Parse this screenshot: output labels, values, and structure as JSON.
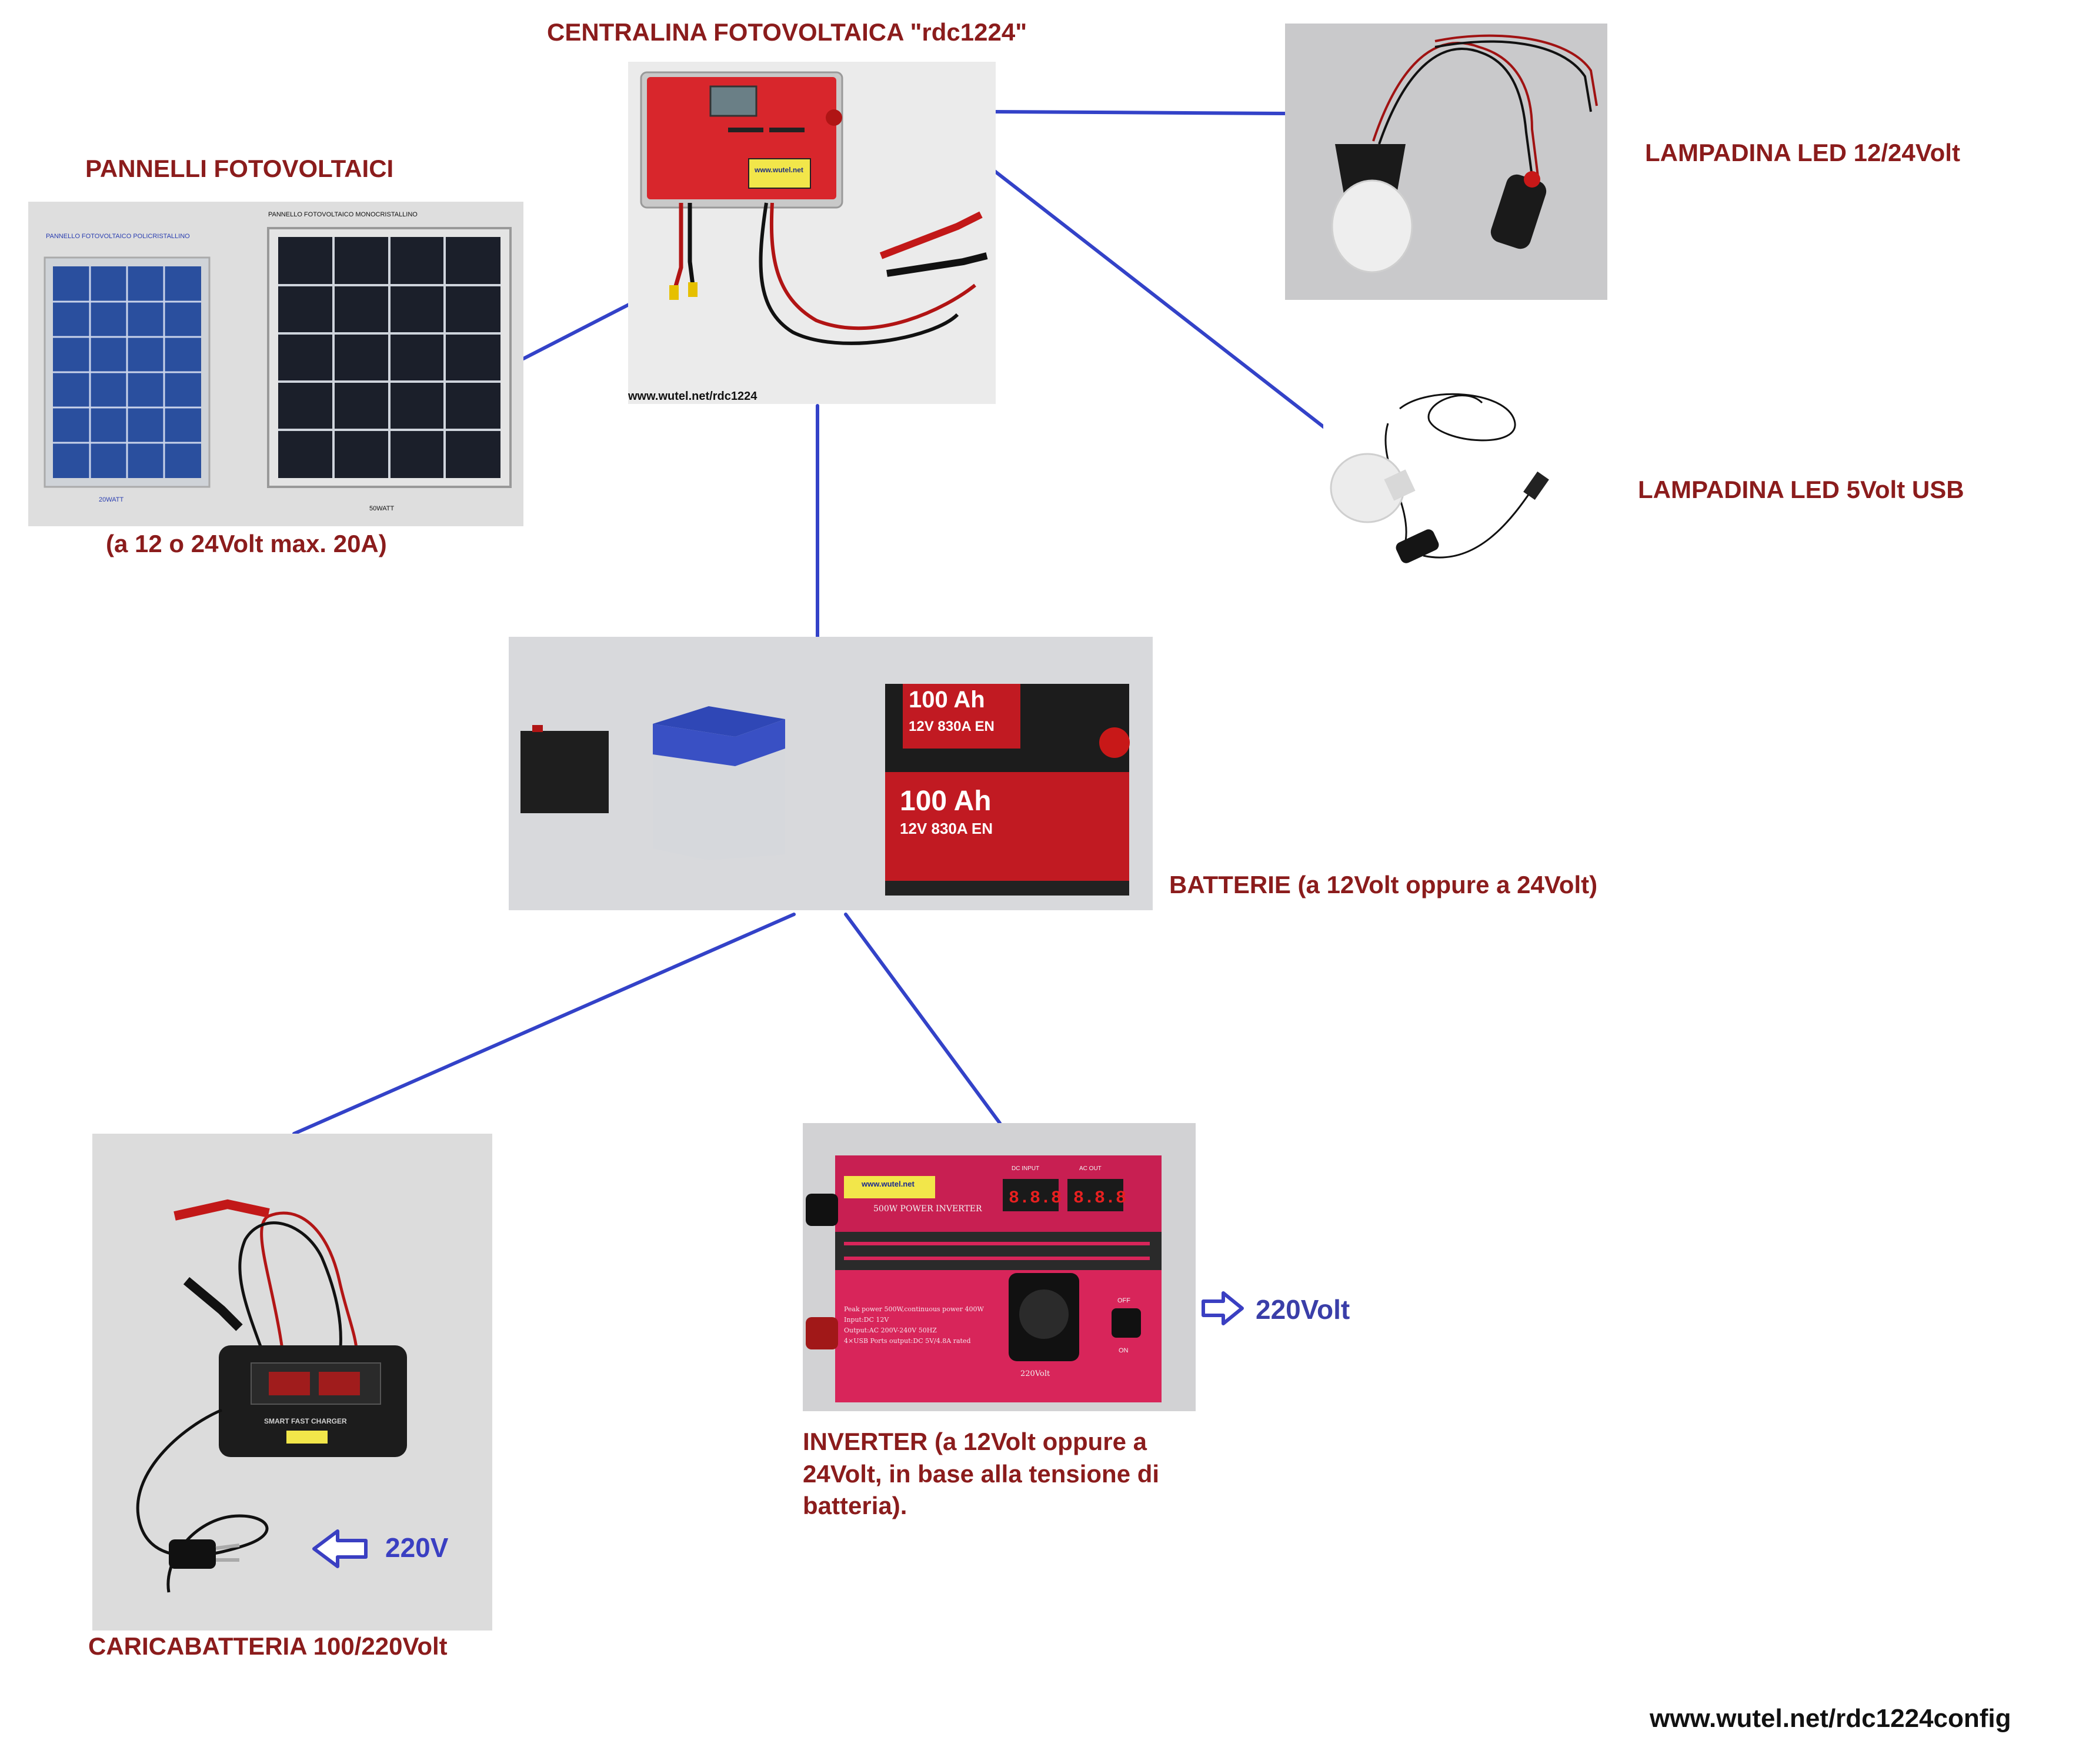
{
  "colors": {
    "title": "#8b1c1c",
    "wire": "#3342c8",
    "accent_blue": "#3a3fc2"
  },
  "controller": {
    "title": "CENTRALINA FOTOVOLTAICA \"rdc1224\"",
    "photo_url_text": "www.wutel.net/rdc1224",
    "logo_text": "www.wutel.net"
  },
  "panels": {
    "title": "PANNELLI FOTOVOLTAICI",
    "caption": "(a 12 o 24Volt max. 20A)",
    "left_panel_label": "PANNELLO FOTOVOLTAICO POLICRISTALLINO",
    "right_panel_label": "PANNELLO FOTOVOLTAICO MONOCRISTALLINO",
    "left_watt": "20WATT",
    "right_watt": "50WATT"
  },
  "lamp_12v": {
    "title": "LAMPADINA LED 12/24Volt"
  },
  "lamp_usb": {
    "title": "LAMPADINA LED 5Volt USB"
  },
  "batteries": {
    "title": "BATTERIE (a 12Volt oppure a 24Volt)",
    "car_battery_line1": "100 Ah",
    "car_battery_line2": "12V 830A EN"
  },
  "charger": {
    "title": "CARICABATTERIA 100/220Volt",
    "input_label": "220V",
    "device_label": "SMART FAST CHARGER"
  },
  "inverter": {
    "title": "INVERTER (a 12Volt oppure a 24Volt, in base alla tensione di batteria).",
    "output_label": "220Volt",
    "device_label": "500W POWER INVERTER",
    "logo_text": "www.wutel.net",
    "dc_input_label": "DC INPUT",
    "ac_out_label": "AC OUT",
    "display_value": "8.8.8",
    "socket_label": "220Volt",
    "switch_off": "OFF",
    "switch_on": "ON",
    "spec_line1": "Peak power 500W,continuous power 400W",
    "spec_line2": "Input:DC 12V",
    "spec_line3": "Output:AC 200V-240V 50HZ",
    "spec_line4": "4×USB Ports output:DC 5V/4.8A rated"
  },
  "footer": {
    "url": "www.wutel.net/rdc1224config"
  }
}
